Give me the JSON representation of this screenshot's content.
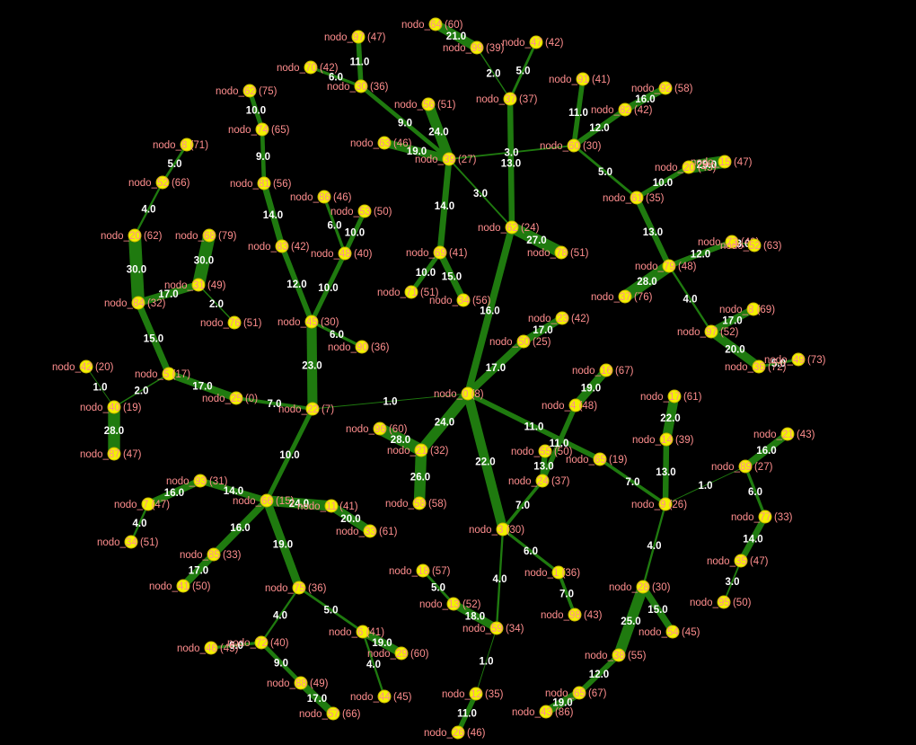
{
  "graph": {
    "background": "#000000",
    "edge_color": "#1f7a0f",
    "node_color": "#f2f200",
    "node_label_color": "#ff8e8e",
    "edge_label_color": "#ffffff",
    "nodes": [
      {
        "id": "A1",
        "label": "nodo_64 (60)"
      },
      {
        "id": "A2",
        "label": "nodo_99 (39)"
      },
      {
        "id": "A3",
        "label": "nodo_97 (47)"
      },
      {
        "id": "A4",
        "label": "nodo_47 (42)"
      },
      {
        "id": "A5",
        "label": "nodo_70 (42)"
      },
      {
        "id": "A6",
        "label": "nodo_30 (36)"
      },
      {
        "id": "A7",
        "label": "nodo_37 (37)"
      },
      {
        "id": "A8",
        "label": "nodo_91 (41)"
      },
      {
        "id": "A9",
        "label": "nodo_62 (75)"
      },
      {
        "id": "A10",
        "label": "nodo_92 (58)"
      },
      {
        "id": "A11",
        "label": "nodo_56 (51)"
      },
      {
        "id": "A12",
        "label": "nodo_82 (42)"
      },
      {
        "id": "A13",
        "label": "nodo_74 (65)"
      },
      {
        "id": "A14",
        "label": "nodo_63 (46)"
      },
      {
        "id": "A15",
        "label": "nodo_60 (30)"
      },
      {
        "id": "A16",
        "label": "nodo_39 (27)"
      },
      {
        "id": "A17",
        "label": "nodo_8 (71)"
      },
      {
        "id": "A18",
        "label": "nodo_15 (47)"
      },
      {
        "id": "A19",
        "label": "nodo_20 (45)"
      },
      {
        "id": "A20",
        "label": "nodo_52 (66)"
      },
      {
        "id": "A21",
        "label": "nodo_81 (56)"
      },
      {
        "id": "A22",
        "label": "nodo_61 (35)"
      },
      {
        "id": "A23",
        "label": "nodo_86 (46)"
      },
      {
        "id": "A24",
        "label": "nodo_53 (50)"
      },
      {
        "id": "A25",
        "label": "nodo_62 (24)"
      },
      {
        "id": "A26",
        "label": "nodo_20 (62)"
      },
      {
        "id": "A27",
        "label": "nodo_68 (79)"
      },
      {
        "id": "A28",
        "label": "nodo_78 (51)"
      },
      {
        "id": "A29",
        "label": "nodo_73 (49)"
      },
      {
        "id": "A30",
        "label": "nodo_52 (63)"
      },
      {
        "id": "A31",
        "label": "nodo_83 (42)"
      },
      {
        "id": "A32",
        "label": "nodo_48 (40)"
      },
      {
        "id": "A33",
        "label": "nodo_69 (41)"
      },
      {
        "id": "A34",
        "label": "nodo_79 (48)"
      },
      {
        "id": "A35",
        "label": "nodo_31 (49)"
      },
      {
        "id": "A36",
        "label": "nodo_71 (51)"
      },
      {
        "id": "A37",
        "label": "nodo_34 (56)"
      },
      {
        "id": "A38",
        "label": "nodo_37 (76)"
      },
      {
        "id": "A39",
        "label": "nodo_84 (32)"
      },
      {
        "id": "A40",
        "label": "nodo_76 (51)"
      },
      {
        "id": "A41",
        "label": "nodo_45 (30)"
      },
      {
        "id": "A42",
        "label": "nodo_23 (42)"
      },
      {
        "id": "A43",
        "label": "nodo_8 (69)"
      },
      {
        "id": "A44",
        "label": "nodo_90 (36)"
      },
      {
        "id": "A45",
        "label": "nodo_50 (25)"
      },
      {
        "id": "A46",
        "label": "nodo_97 (52)"
      },
      {
        "id": "A47",
        "label": "nodo_42 (20)"
      },
      {
        "id": "A48",
        "label": "nodo_5 (17)"
      },
      {
        "id": "A49",
        "label": "nodo_49 (73)"
      },
      {
        "id": "A50",
        "label": "nodo_36 (72)"
      },
      {
        "id": "A51",
        "label": "nodo_25 (0)"
      },
      {
        "id": "A52",
        "label": "nodo_22 (7)"
      },
      {
        "id": "A53",
        "label": "nodo_0 (8)"
      },
      {
        "id": "A54",
        "label": "nodo_16 (67)"
      },
      {
        "id": "A55",
        "label": "nodo_40 (19)"
      },
      {
        "id": "A56",
        "label": "nodo_96 (60)"
      },
      {
        "id": "A57",
        "label": "nodo_4 (48)"
      },
      {
        "id": "A58",
        "label": "nodo_17 (61)"
      },
      {
        "id": "A59",
        "label": "nodo_21 (32)"
      },
      {
        "id": "A60",
        "label": "nodo_87 (47)"
      },
      {
        "id": "A61",
        "label": "nodo_14 (39)"
      },
      {
        "id": "A62",
        "label": "nodo_21 (43)"
      },
      {
        "id": "A63",
        "label": "nodo_55 (50)"
      },
      {
        "id": "A64",
        "label": "nodo_65 (19)"
      },
      {
        "id": "A65",
        "label": "nodo_89 (27)"
      },
      {
        "id": "A66",
        "label": "nodo_93 (31)"
      },
      {
        "id": "A67",
        "label": "nodo_24 (37)"
      },
      {
        "id": "A68",
        "label": "nodo_7 (47)"
      },
      {
        "id": "A69",
        "label": "nodo_66 (15)"
      },
      {
        "id": "A70",
        "label": "nodo_11 (41)"
      },
      {
        "id": "A71",
        "label": "nodo_58 (58)"
      },
      {
        "id": "A72",
        "label": "nodo_9 (26)"
      },
      {
        "id": "A73",
        "label": "nodo_77 (33)"
      },
      {
        "id": "A74",
        "label": "nodo_33 (61)"
      },
      {
        "id": "A75",
        "label": "nodo_34 (51)"
      },
      {
        "id": "A76",
        "label": "nodo_3 (30)"
      },
      {
        "id": "A77",
        "label": "nodo_85 (33)"
      },
      {
        "id": "A78",
        "label": "nodo_35 (47)"
      },
      {
        "id": "A79",
        "label": "nodo_1 (36)"
      },
      {
        "id": "A80",
        "label": "nodo_18 (57)"
      },
      {
        "id": "A81",
        "label": "nodo_41 (50)"
      },
      {
        "id": "A82",
        "label": "nodo_95 (50)"
      },
      {
        "id": "A83",
        "label": "nodo_75 (36)"
      },
      {
        "id": "A84",
        "label": "nodo_28 (30)"
      },
      {
        "id": "A85",
        "label": "nodo_98 (43)"
      },
      {
        "id": "A86",
        "label": "nodo_13 (52)"
      },
      {
        "id": "A87",
        "label": "nodo_54 (45)"
      },
      {
        "id": "A88",
        "label": "nodo_59 (34)"
      },
      {
        "id": "A89",
        "label": "nodo_6 (41)"
      },
      {
        "id": "A90",
        "label": "nodo_46 (45)"
      },
      {
        "id": "A91",
        "label": "nodo_72 (40)"
      },
      {
        "id": "A92",
        "label": "nodo_29 (60)"
      },
      {
        "id": "A93",
        "label": "nodo_38 (55)"
      },
      {
        "id": "A94",
        "label": "nodo_88 (49)"
      },
      {
        "id": "A95",
        "label": "nodo_44 (45)"
      },
      {
        "id": "A96",
        "label": "nodo_12 (35)"
      },
      {
        "id": "A97",
        "label": "nodo_65 (67)"
      },
      {
        "id": "A98",
        "label": "nodo_57 (66)"
      },
      {
        "id": "A99",
        "label": "nodo_43 (86)"
      },
      {
        "id": "A100",
        "label": "nodo_26 (46)"
      }
    ],
    "edges": [
      {
        "from": "A1",
        "to": "A2",
        "weight": "21.0"
      },
      {
        "from": "A3",
        "to": "A6",
        "weight": "11.0"
      },
      {
        "from": "A5",
        "to": "A6",
        "weight": "6.0"
      },
      {
        "from": "A2",
        "to": "A7",
        "weight": "2.0"
      },
      {
        "from": "A4",
        "to": "A7",
        "weight": "5.0"
      },
      {
        "from": "A8",
        "to": "A15",
        "weight": "11.0"
      },
      {
        "from": "A10",
        "to": "A12",
        "weight": "16.0"
      },
      {
        "from": "A12",
        "to": "A15",
        "weight": "12.0"
      },
      {
        "from": "A6",
        "to": "A16",
        "weight": "9.0"
      },
      {
        "from": "A11",
        "to": "A16",
        "weight": "24.0"
      },
      {
        "from": "A14",
        "to": "A16",
        "weight": "19.0"
      },
      {
        "from": "A16",
        "to": "A15",
        "weight": "3.0"
      },
      {
        "from": "A7",
        "to": "A25",
        "weight": "13.0"
      },
      {
        "from": "A16",
        "to": "A25",
        "weight": "3.0"
      },
      {
        "from": "A15",
        "to": "A22",
        "weight": "5.0"
      },
      {
        "from": "A19",
        "to": "A22",
        "weight": "10.0"
      },
      {
        "from": "A19",
        "to": "A18",
        "weight": "29.0"
      },
      {
        "from": "A9",
        "to": "A13",
        "weight": "10.0"
      },
      {
        "from": "A13",
        "to": "A21",
        "weight": "9.0"
      },
      {
        "from": "A17",
        "to": "A20",
        "weight": "5.0"
      },
      {
        "from": "A20",
        "to": "A26",
        "weight": "4.0"
      },
      {
        "from": "A21",
        "to": "A31",
        "weight": "14.0"
      },
      {
        "from": "A23",
        "to": "A32",
        "weight": "6.0"
      },
      {
        "from": "A24",
        "to": "A32",
        "weight": "10.0"
      },
      {
        "from": "A16",
        "to": "A33",
        "weight": "14.0"
      },
      {
        "from": "A33",
        "to": "A36",
        "weight": "10.0"
      },
      {
        "from": "A33",
        "to": "A37",
        "weight": "15.0"
      },
      {
        "from": "A25",
        "to": "A28",
        "weight": "27.0"
      },
      {
        "from": "A22",
        "to": "A34",
        "weight": "13.0"
      },
      {
        "from": "A29",
        "to": "A34",
        "weight": "12.0"
      },
      {
        "from": "A29",
        "to": "A30",
        "weight": "3.0"
      },
      {
        "from": "A34",
        "to": "A38",
        "weight": "28.0"
      },
      {
        "from": "A34",
        "to": "A46",
        "weight": "4.0"
      },
      {
        "from": "A26",
        "to": "A39",
        "weight": "30.0"
      },
      {
        "from": "A27",
        "to": "A35",
        "weight": "30.0"
      },
      {
        "from": "A35",
        "to": "A39",
        "weight": "17.0"
      },
      {
        "from": "A35",
        "to": "A40",
        "weight": "2.0"
      },
      {
        "from": "A31",
        "to": "A41",
        "weight": "12.0"
      },
      {
        "from": "A32",
        "to": "A41",
        "weight": "10.0"
      },
      {
        "from": "A41",
        "to": "A44",
        "weight": "6.0"
      },
      {
        "from": "A25",
        "to": "A53",
        "weight": "16.0"
      },
      {
        "from": "A42",
        "to": "A45",
        "weight": "17.0"
      },
      {
        "from": "A45",
        "to": "A53",
        "weight": "17.0"
      },
      {
        "from": "A43",
        "to": "A46",
        "weight": "17.0"
      },
      {
        "from": "A46",
        "to": "A50",
        "weight": "20.0"
      },
      {
        "from": "A49",
        "to": "A50",
        "weight": "5.0"
      },
      {
        "from": "A39",
        "to": "A48",
        "weight": "15.0"
      },
      {
        "from": "A48",
        "to": "A51",
        "weight": "17.0"
      },
      {
        "from": "A47",
        "to": "A55",
        "weight": "1.0"
      },
      {
        "from": "A48",
        "to": "A55",
        "weight": "2.0"
      },
      {
        "from": "A55",
        "to": "A60",
        "weight": "28.0"
      },
      {
        "from": "A41",
        "to": "A52",
        "weight": "23.0"
      },
      {
        "from": "A51",
        "to": "A52",
        "weight": "7.0"
      },
      {
        "from": "A52",
        "to": "A53",
        "weight": "1.0"
      },
      {
        "from": "A54",
        "to": "A57",
        "weight": "19.0"
      },
      {
        "from": "A57",
        "to": "A67",
        "weight": "11.0"
      },
      {
        "from": "A53",
        "to": "A64",
        "weight": "11.0"
      },
      {
        "from": "A53",
        "to": "A59",
        "weight": "24.0"
      },
      {
        "from": "A56",
        "to": "A59",
        "weight": "28.0"
      },
      {
        "from": "A59",
        "to": "A71",
        "weight": "26.0"
      },
      {
        "from": "A63",
        "to": "A67",
        "weight": "13.0"
      },
      {
        "from": "A53",
        "to": "A76",
        "weight": "22.0"
      },
      {
        "from": "A67",
        "to": "A76",
        "weight": "7.0"
      },
      {
        "from": "A58",
        "to": "A61",
        "weight": "22.0"
      },
      {
        "from": "A61",
        "to": "A72",
        "weight": "13.0"
      },
      {
        "from": "A64",
        "to": "A72",
        "weight": "7.0"
      },
      {
        "from": "A62",
        "to": "A65",
        "weight": "16.0"
      },
      {
        "from": "A65",
        "to": "A72",
        "weight": "1.0"
      },
      {
        "from": "A65",
        "to": "A73",
        "weight": "6.0"
      },
      {
        "from": "A73",
        "to": "A78",
        "weight": "14.0"
      },
      {
        "from": "A78",
        "to": "A82",
        "weight": "3.0"
      },
      {
        "from": "A52",
        "to": "A69",
        "weight": "10.0"
      },
      {
        "from": "A66",
        "to": "A69",
        "weight": "14.0"
      },
      {
        "from": "A68",
        "to": "A66",
        "weight": "16.0"
      },
      {
        "from": "A68",
        "to": "A75",
        "weight": "4.0"
      },
      {
        "from": "A69",
        "to": "A70",
        "weight": "24.0"
      },
      {
        "from": "A70",
        "to": "A74",
        "weight": "20.0"
      },
      {
        "from": "A69",
        "to": "A77",
        "weight": "16.0"
      },
      {
        "from": "A77",
        "to": "A81",
        "weight": "17.0"
      },
      {
        "from": "A69",
        "to": "A83",
        "weight": "19.0"
      },
      {
        "from": "A83",
        "to": "A91",
        "weight": "4.0"
      },
      {
        "from": "A83",
        "to": "A89",
        "weight": "5.0"
      },
      {
        "from": "A90",
        "to": "A91",
        "weight": "6.0"
      },
      {
        "from": "A91",
        "to": "A94",
        "weight": "9.0"
      },
      {
        "from": "A94",
        "to": "A98",
        "weight": "17.0"
      },
      {
        "from": "A89",
        "to": "A92",
        "weight": "19.0"
      },
      {
        "from": "A89",
        "to": "A95",
        "weight": "4.0"
      },
      {
        "from": "A76",
        "to": "A79",
        "weight": "6.0"
      },
      {
        "from": "A79",
        "to": "A85",
        "weight": "7.0"
      },
      {
        "from": "A76",
        "to": "A88",
        "weight": "4.0"
      },
      {
        "from": "A80",
        "to": "A86",
        "weight": "5.0"
      },
      {
        "from": "A86",
        "to": "A88",
        "weight": "18.0"
      },
      {
        "from": "A88",
        "to": "A96",
        "weight": "1.0"
      },
      {
        "from": "A96",
        "to": "A100",
        "weight": "11.0"
      },
      {
        "from": "A72",
        "to": "A84",
        "weight": "4.0"
      },
      {
        "from": "A84",
        "to": "A87",
        "weight": "15.0"
      },
      {
        "from": "A84",
        "to": "A93",
        "weight": "25.0"
      },
      {
        "from": "A93",
        "to": "A97",
        "weight": "12.0"
      },
      {
        "from": "A97",
        "to": "A99",
        "weight": "19.0"
      }
    ]
  }
}
